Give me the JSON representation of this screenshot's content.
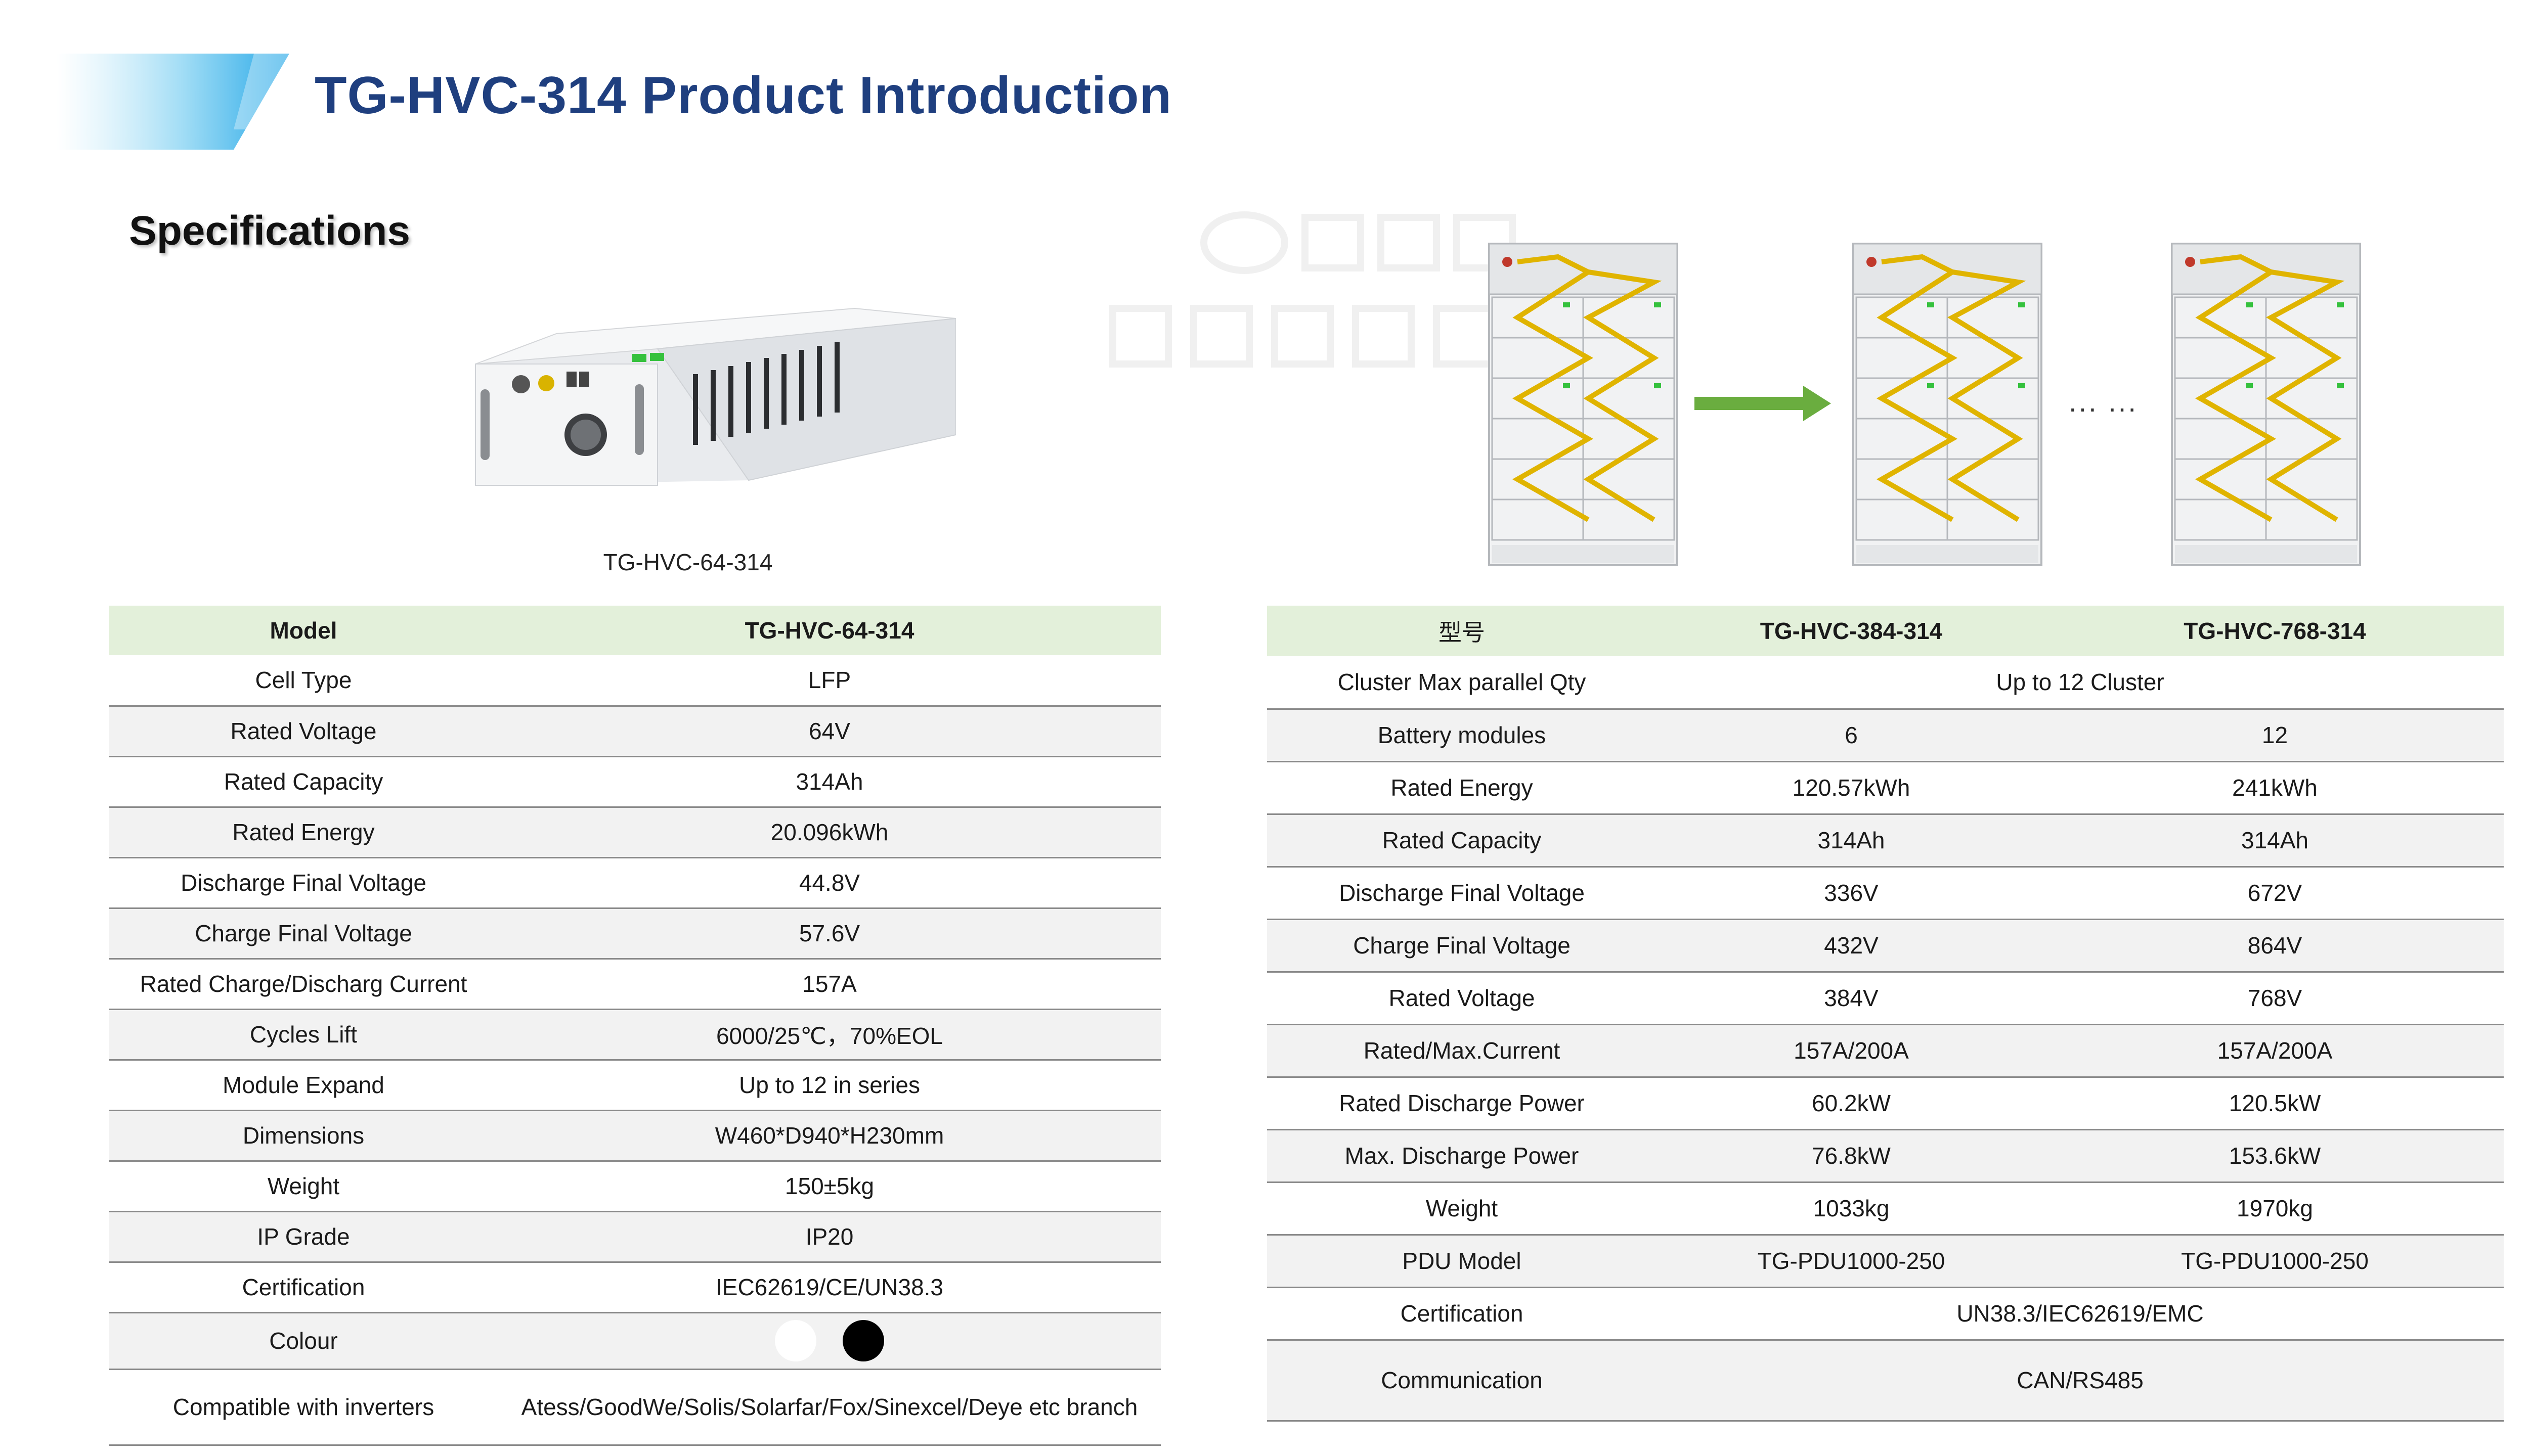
{
  "header": {
    "title": "TG-HVC-314 Product Introduction",
    "section_title": "Specifications"
  },
  "colors": {
    "title": "#1f3f7f",
    "header_row_bg": "#e3f0da",
    "alt_row_bg": "#f2f2f2",
    "arrow": "#6aad3f"
  },
  "product": {
    "caption": "TG-HVC-64-314"
  },
  "left_table": {
    "header": [
      "Model",
      "TG-HVC-64-314"
    ],
    "rows": [
      [
        "Cell Type",
        "LFP"
      ],
      [
        "Rated Voltage",
        "64V"
      ],
      [
        "Rated Capacity",
        "314Ah"
      ],
      [
        "Rated Energy",
        "20.096kWh"
      ],
      [
        "Discharge Final Voltage",
        "44.8V"
      ],
      [
        "Charge Final Voltage",
        "57.6V"
      ],
      [
        "Rated Charge/Discharg Current",
        "157A"
      ],
      [
        "Cycles Lift",
        "6000/25℃，70%EOL"
      ],
      [
        "Module Expand",
        "Up to 12 in series"
      ],
      [
        "Dimensions",
        "W460*D940*H230mm"
      ],
      [
        "Weight",
        "150±5kg"
      ],
      [
        "IP Grade",
        "IP20"
      ],
      [
        "Certification",
        "IEC62619/CE/UN38.3"
      ],
      [
        "Colour",
        ""
      ],
      [
        "Compatible with inverters",
        "Atess/GoodWe/Solis/Solarfar/Fox/Sinexcel/Deye etc branch"
      ]
    ],
    "colour_swatches": [
      "#ffffff",
      "#000000"
    ]
  },
  "diagram": {
    "ellipsis": "... ..."
  },
  "right_table": {
    "header": [
      "型号",
      "TG-HVC-384-314",
      "TG-HVC-768-314"
    ],
    "rows": [
      [
        "Cluster Max parallel  Qty",
        "Up to 12 Cluster"
      ],
      [
        "Battery modules",
        "6",
        "12"
      ],
      [
        "Rated Energy",
        "120.57kWh",
        "241kWh"
      ],
      [
        "Rated Capacity",
        "314Ah",
        "314Ah"
      ],
      [
        "Discharge Final Voltage",
        "336V",
        "672V"
      ],
      [
        "Charge Final Voltage",
        "432V",
        "864V"
      ],
      [
        "Rated Voltage",
        "384V",
        "768V"
      ],
      [
        "Rated/Max.Current",
        "157A/200A",
        "157A/200A"
      ],
      [
        "Rated Discharge Power",
        "60.2kW",
        "120.5kW"
      ],
      [
        "Max. Discharge Power",
        "76.8kW",
        "153.6kW"
      ],
      [
        "Weight",
        "1033kg",
        "1970kg"
      ],
      [
        "PDU Model",
        "TG-PDU1000-250",
        "TG-PDU1000-250"
      ],
      [
        "Certification",
        "UN38.3/IEC62619/EMC"
      ],
      [
        "Communication",
        "CAN/RS485"
      ]
    ]
  }
}
